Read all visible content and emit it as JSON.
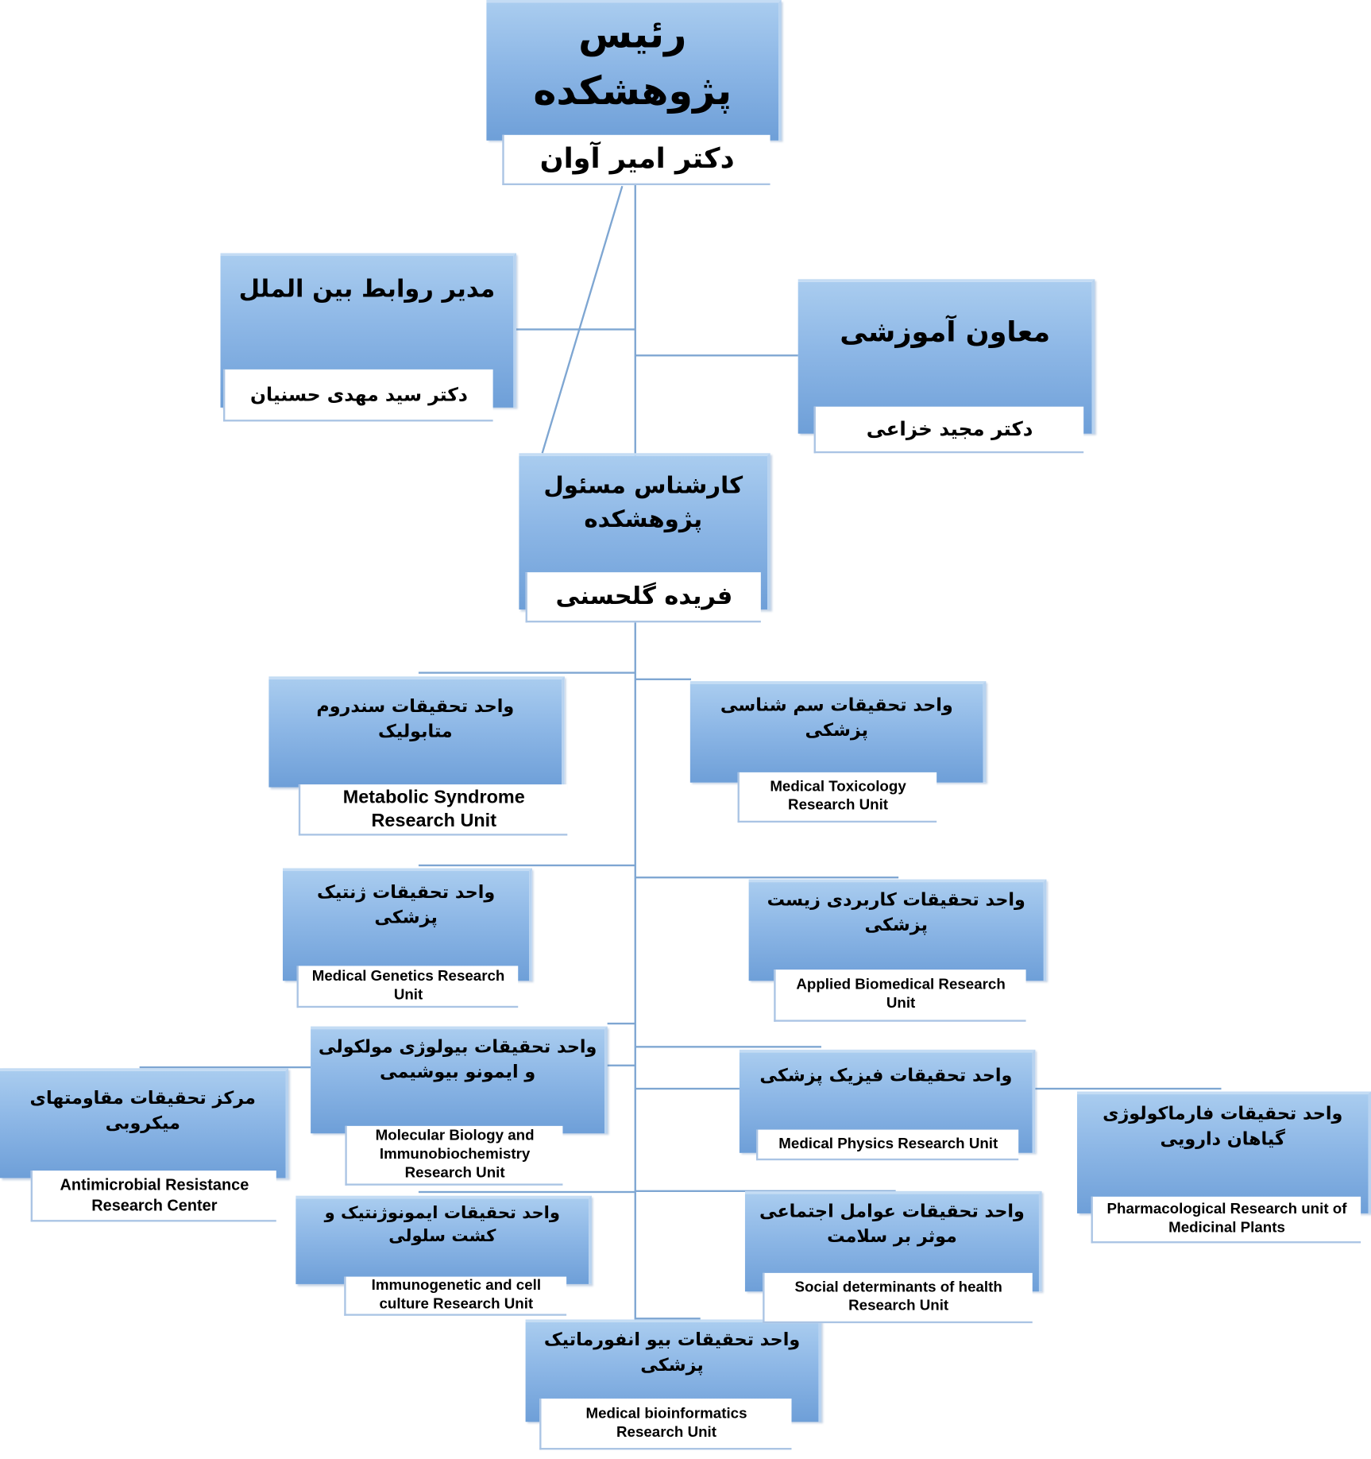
{
  "head": {
    "title": "رئیس پژوهشکده",
    "name": "دکتر امیر آوان"
  },
  "international": {
    "title": "مدیر روابط بین الملل",
    "name": "دکتر سید مهدی حسنیان"
  },
  "education": {
    "title": "معاون آموزشی",
    "name": "دکتر مجید خزاعی"
  },
  "expert": {
    "title": "کارشناس مسئول پژوهشکده",
    "name": "فریده گلحسنی"
  },
  "units": [
    {
      "fa": "واحد تحقیقات سندروم متابولیک",
      "en": "Metabolic Syndrome Research Unit"
    },
    {
      "fa": "واحد تحقیقات سم شناسی پزشکی",
      "en": "Medical Toxicology Research Unit"
    },
    {
      "fa": "واحد تحقیقات ژنتیک پزشکی",
      "en": "Medical Genetics Research Unit"
    },
    {
      "fa": "واحد تحقیقات کاربردی زیست پزشکی",
      "en": "Applied Biomedical Research Unit"
    },
    {
      "fa": "واحد تحقیقات بیولوژی مولکولی و ایمونو بیوشیمی",
      "en": "Molecular Biology and Immunobiochemistry Research Unit"
    },
    {
      "fa": "مرکز تحقیقات مقاومتهای میکروبی",
      "en": "Antimicrobial Resistance Research Center"
    },
    {
      "fa": "واحد تحقیقات فیزیک پزشکی",
      "en": "Medical Physics Research Unit"
    },
    {
      "fa": "واحد تحقیقات فارماکولوژی گیاهان دارویی",
      "en": "Pharmacological Research unit of Medicinal Plants"
    },
    {
      "fa": "واحد تحقیقات ایمونوژنتیک و کشت سلولی",
      "en": "Immunogenetic and cell culture Research Unit"
    },
    {
      "fa": "واحد تحقیقات عوامل اجتماعی موثر بر سلامت",
      "en": "Social determinants of health Research Unit"
    },
    {
      "fa": "واحد تحقیقات بیو انفورماتیک پزشکی",
      "en": "Medical bioinformatics Research Unit"
    }
  ]
}
